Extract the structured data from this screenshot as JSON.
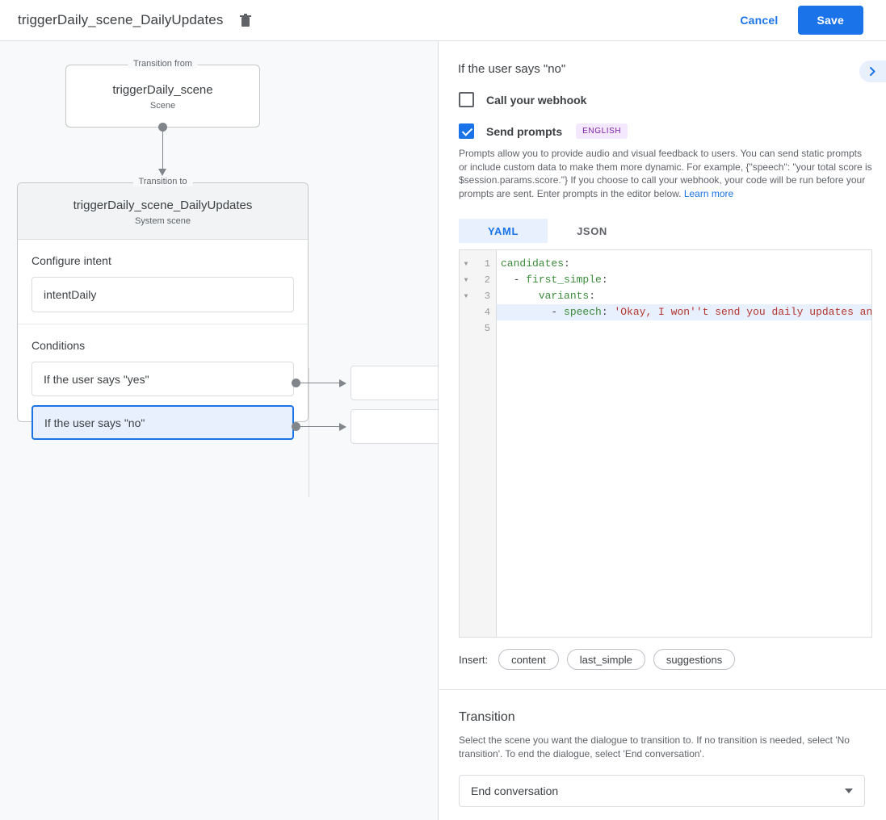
{
  "topbar": {
    "title": "triggerDaily_scene_DailyUpdates",
    "delete_icon": "trash-icon",
    "cancel_label": "Cancel",
    "save_label": "Save",
    "accent_color": "#1a73e8"
  },
  "canvas": {
    "transition_from": {
      "legend": "Transition from",
      "name": "triggerDaily_scene",
      "type": "Scene"
    },
    "transition_to": {
      "legend": "Transition to",
      "name": "triggerDaily_scene_DailyUpdates",
      "type": "System scene"
    },
    "intent": {
      "label": "Configure intent",
      "value": "intentDaily"
    },
    "conditions": {
      "label": "Conditions",
      "items": [
        {
          "label": "If the user says \"yes\"",
          "selected": false
        },
        {
          "label": "If the user says \"no\"",
          "selected": true
        }
      ]
    },
    "target_stubs": [
      "",
      ""
    ]
  },
  "panel": {
    "title": "If the user says \"no\"",
    "expand_icon": "chevron-right-icon",
    "webhook": {
      "label": "Call your webhook",
      "checked": false
    },
    "prompts": {
      "label": "Send prompts",
      "checked": true,
      "language_badge": "ENGLISH",
      "badge_color": "#7b1fa2",
      "description": "Prompts allow you to provide audio and visual feedback to users. You can send static prompts or include custom data to make them more dynamic. For example, {\"speech\": \"your total score is $session.params.score.\"} If you choose to call your webhook, your code will be run before your prompts are sent. Enter prompts in the editor below. ",
      "learn_more": "Learn more"
    },
    "tabs": [
      {
        "label": "YAML",
        "active": true
      },
      {
        "label": "JSON",
        "active": false
      }
    ],
    "editor": {
      "lines": [
        {
          "no": "1",
          "fold": true,
          "active": false,
          "indent": 0,
          "tokens": [
            {
              "t": "candidates",
              "c": "k"
            },
            {
              "t": ":",
              "c": "p"
            }
          ]
        },
        {
          "no": "2",
          "fold": true,
          "active": false,
          "indent": 0,
          "tokens": [
            {
              "t": "  - ",
              "c": "p"
            },
            {
              "t": "first_simple",
              "c": "k"
            },
            {
              "t": ":",
              "c": "p"
            }
          ]
        },
        {
          "no": "3",
          "fold": true,
          "active": false,
          "indent": 0,
          "tokens": [
            {
              "t": "      ",
              "c": "p"
            },
            {
              "t": "variants",
              "c": "k"
            },
            {
              "t": ":",
              "c": "p"
            }
          ]
        },
        {
          "no": "4",
          "fold": false,
          "active": true,
          "indent": 0,
          "tokens": [
            {
              "t": "        - ",
              "c": "p"
            },
            {
              "t": "speech",
              "c": "k"
            },
            {
              "t": ": ",
              "c": "p"
            },
            {
              "t": "'Okay, I won''t send you daily updates anymore.'",
              "c": "s"
            }
          ]
        },
        {
          "no": "5",
          "fold": false,
          "active": false,
          "indent": 0,
          "tokens": []
        }
      ]
    },
    "insert": {
      "label": "Insert:",
      "chips": [
        "content",
        "last_simple",
        "suggestions"
      ]
    },
    "transition": {
      "title": "Transition",
      "description": "Select the scene you want the dialogue to transition to. If no transition is needed, select 'No transition'. To end the dialogue, select 'End conversation'.",
      "selected": "End conversation",
      "caret_icon": "chevron-down-icon"
    }
  }
}
